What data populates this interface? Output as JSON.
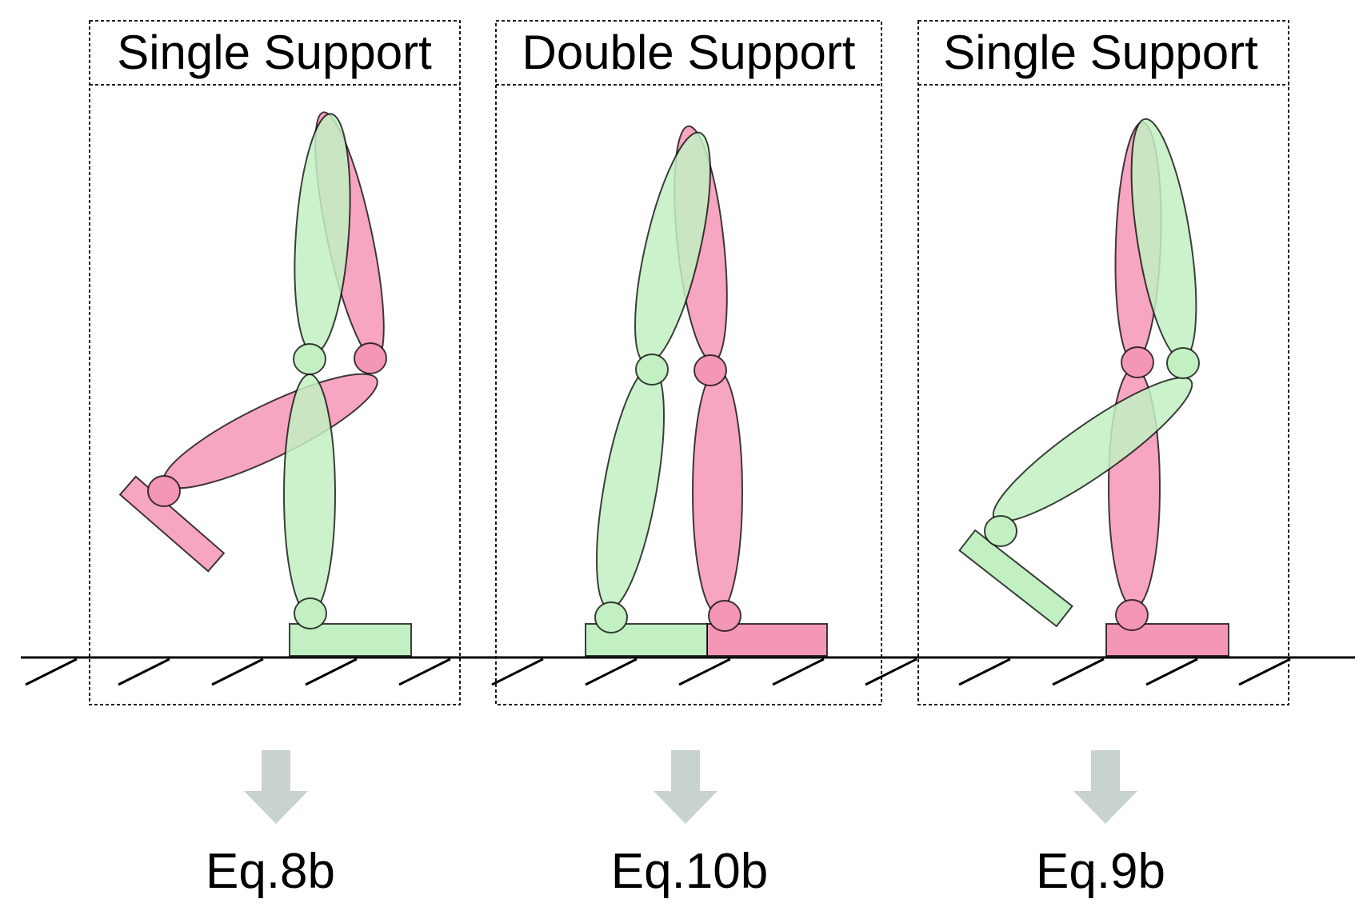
{
  "panels": [
    {
      "title": "Single Support",
      "equation": "Eq.8b",
      "stance": "green"
    },
    {
      "title": "Double Support",
      "equation": "Eq.10b",
      "stance": "both"
    },
    {
      "title": "Single Support",
      "equation": "Eq.9b",
      "stance": "pink"
    }
  ],
  "colors": {
    "leg_green": "#c2f0c2",
    "leg_pink": "#f497b5",
    "arrow": "#c8d3cf",
    "outline": "#000000"
  }
}
